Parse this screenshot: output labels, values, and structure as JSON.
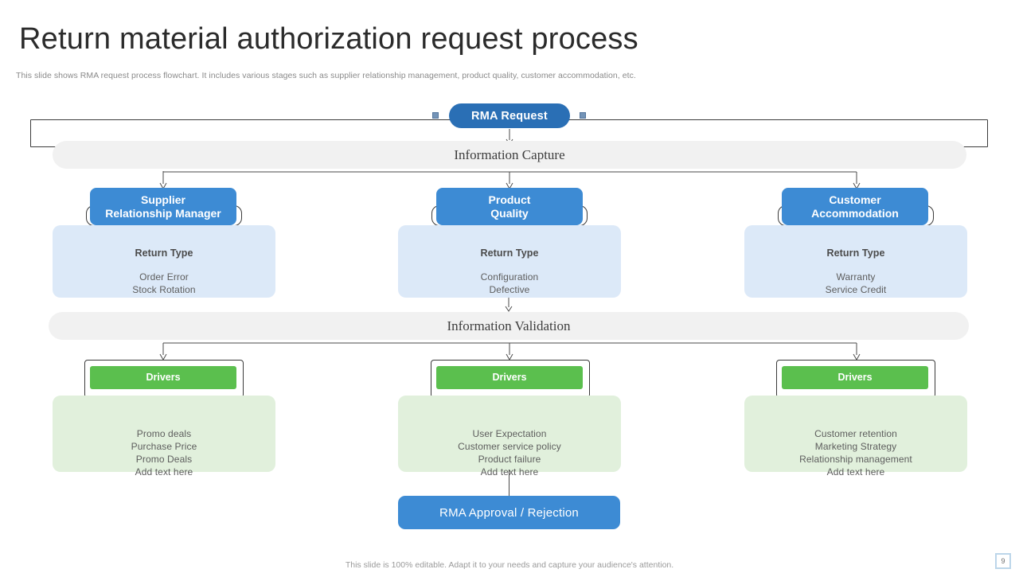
{
  "header": {
    "title": "Return material authorization request process",
    "subtitle": "This slide shows RMA  request process flowchart. It includes various stages such as supplier relationship management,  product quality, customer accommodation, etc."
  },
  "flow": {
    "start_node": "RMA Request",
    "stage_capture": "Information Capture",
    "stage_validation": "Information Validation",
    "final_node": "RMA Approval / Rejection"
  },
  "capture_columns": [
    {
      "header_line1": "Supplier",
      "header_line2": "Relationship Manager",
      "card_head": "Return Type",
      "lines": [
        "Order  Error",
        "Stock Rotation"
      ]
    },
    {
      "header_line1": "Product",
      "header_line2": "Quality",
      "card_head": "Return Type",
      "lines": [
        "Configuration",
        "Defective"
      ]
    },
    {
      "header_line1": "Customer",
      "header_line2": "Accommodation",
      "card_head": "Return Type",
      "lines": [
        "Warranty",
        "Service  Credit"
      ]
    }
  ],
  "validation_columns": [
    {
      "header_line1": "Drivers",
      "lines": [
        "Promo deals",
        "Purchase Price",
        "Promo Deals",
        "Add text here"
      ]
    },
    {
      "header_line1": "Drivers",
      "lines": [
        "User Expectation",
        "Customer service  policy",
        "Product failure",
        "Add text here"
      ]
    },
    {
      "header_line1": "Drivers",
      "lines": [
        "Customer retention",
        "Marketing Strategy",
        "Relationship  management",
        "Add text here"
      ]
    }
  ],
  "footer": {
    "note": "This slide is 100% editable. Adapt it to your needs and capture your audience's attention.",
    "page_number": "9"
  },
  "colors": {
    "pill_dark_blue": "#2a6fb5",
    "chip_blue": "#3d8bd4",
    "chip_green": "#5bbf4e",
    "card_blue": "#dce9f8",
    "card_green": "#e1f0dc",
    "stage_bar": "#f1f1f1"
  }
}
